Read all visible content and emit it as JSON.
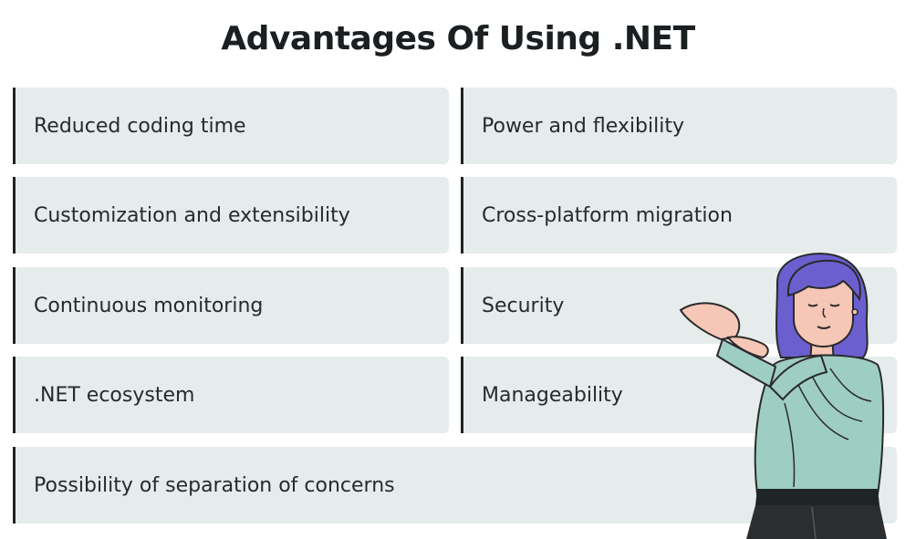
{
  "title": "Advantages Of Using .NET",
  "advantages": {
    "left": [
      "Reduced coding time",
      "Customization and extensibility",
      "Continuous monitoring",
      ".NET ecosystem"
    ],
    "right": [
      "Power and flexibility",
      "Cross-platform migration",
      "Security",
      "Manageability"
    ],
    "wide": "Possibility of separation of concerns"
  },
  "colors": {
    "card_background": "#e6ecec",
    "card_accent": "#1f2424",
    "title": "#1b1f21",
    "hair": "#6b5fd0",
    "sweater": "#9ecdc4",
    "skin": "#f6c7b6"
  },
  "illustration": "woman-presenting-icon"
}
